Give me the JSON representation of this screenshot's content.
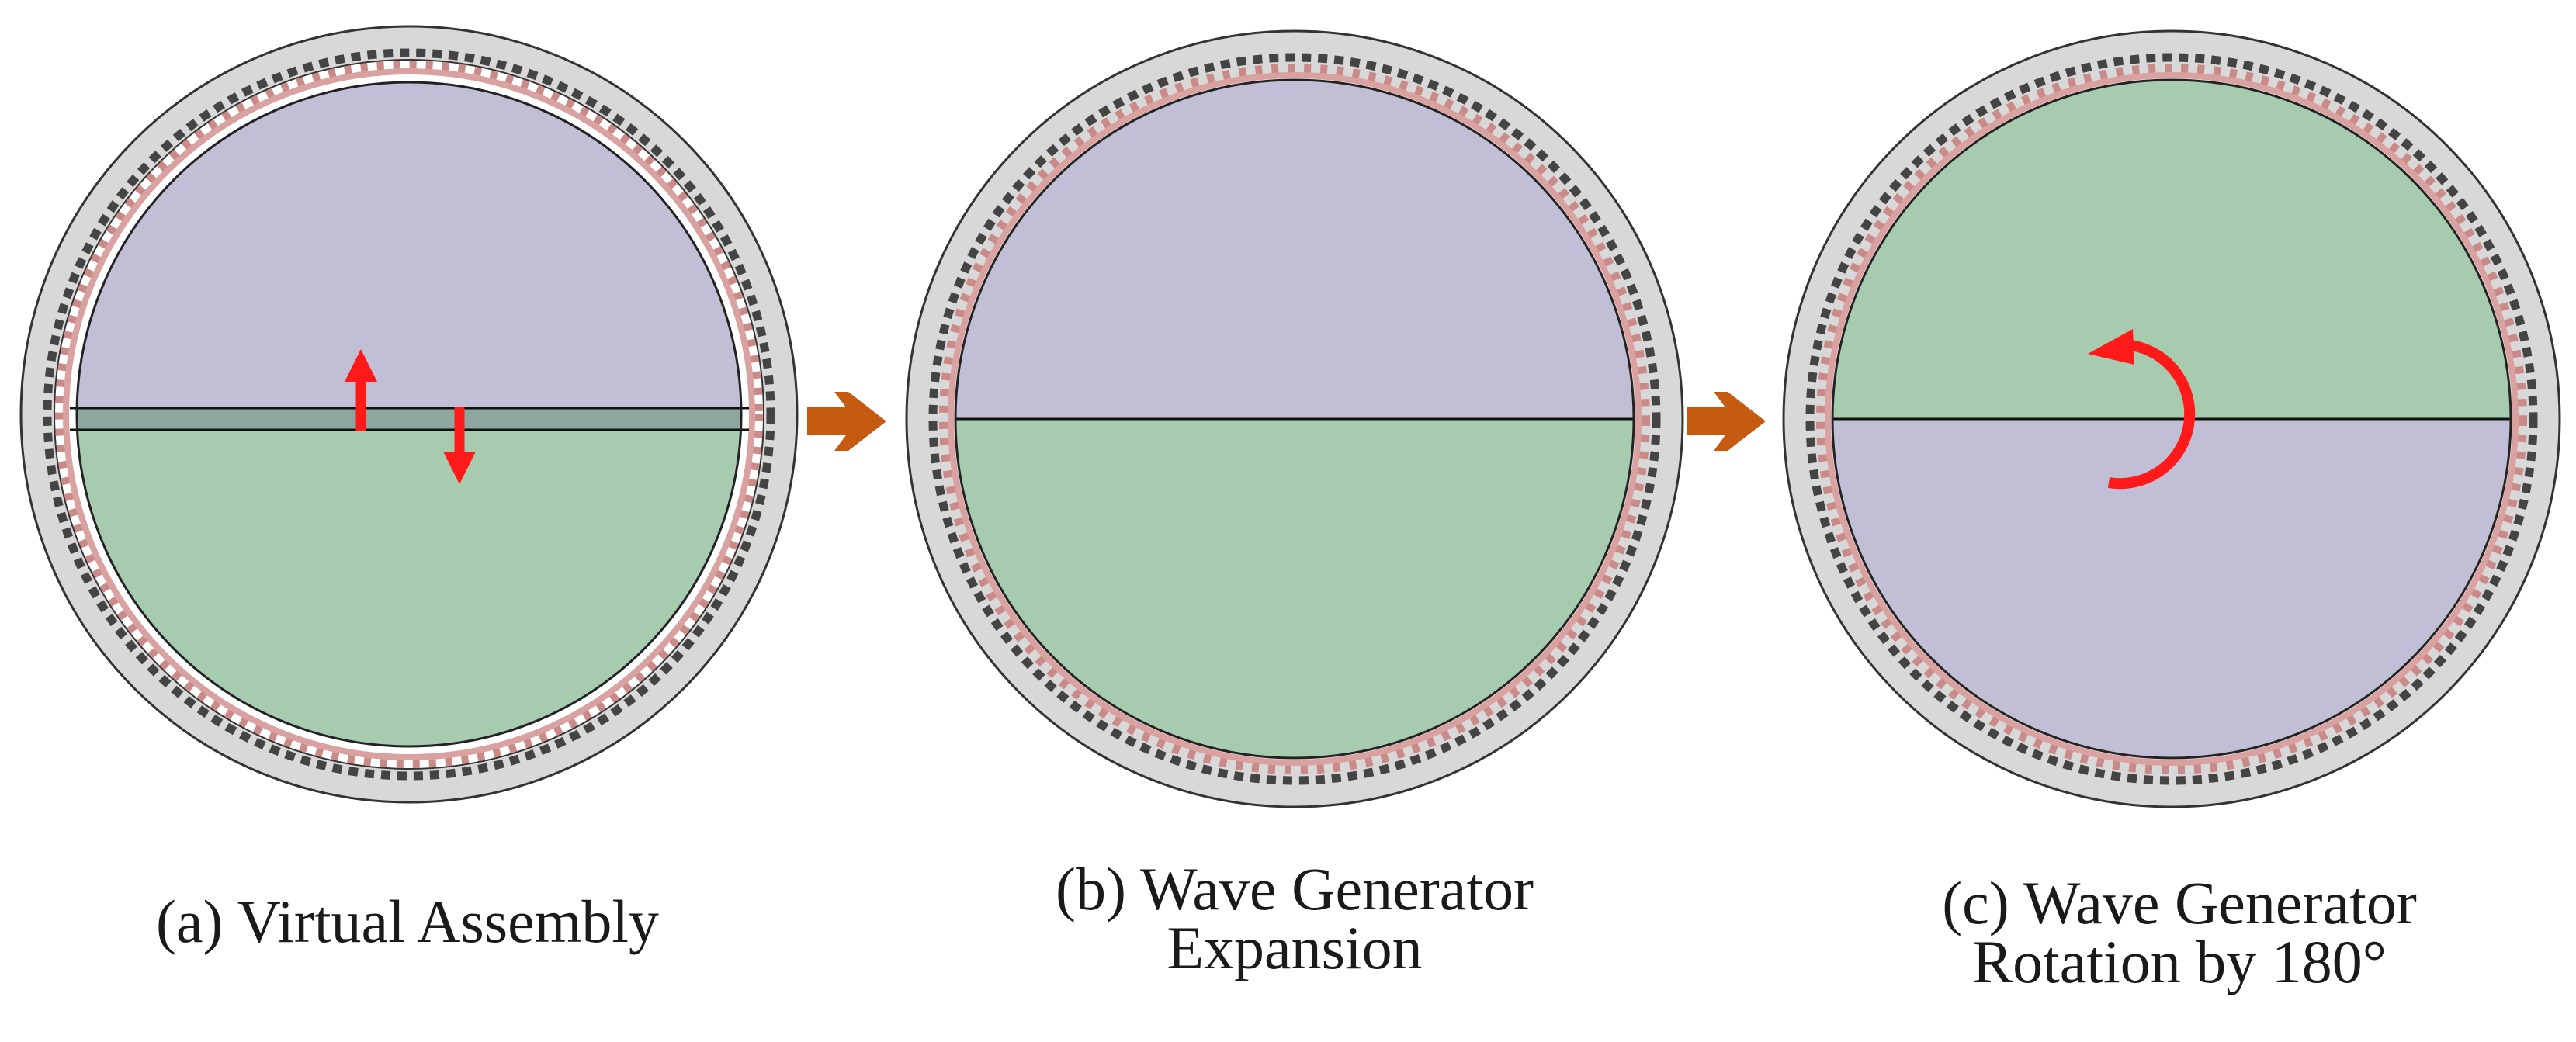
{
  "panels": [
    {
      "id": "a",
      "caption_lines": [
        "(a) Virtual Assembly"
      ],
      "top_color": "#c0bfd6",
      "bottom_color": "#a6cbae",
      "state": "virtual-assembly",
      "annotation": "up-down-arrows"
    },
    {
      "id": "b",
      "caption_lines": [
        "(b) Wave Generator",
        "Expansion"
      ],
      "top_color": "#c0bfd6",
      "bottom_color": "#a6cbae",
      "state": "expanded",
      "annotation": "none"
    },
    {
      "id": "c",
      "caption_lines": [
        "(c) Wave Generator",
        "Rotation by 180°"
      ],
      "top_color": "#a6cbae",
      "bottom_color": "#c0bfd6",
      "state": "rotated-180",
      "annotation": "rotation-arrow"
    }
  ],
  "colors": {
    "ring": "#d8d8d8",
    "flexspline": "#d9a2a0",
    "gap_band": "#8ea79e",
    "arrow_red": "#ff1a1a",
    "transition_arrow": "#c55a11"
  },
  "transition_arrows": [
    "a-to-b",
    "b-to-c"
  ]
}
